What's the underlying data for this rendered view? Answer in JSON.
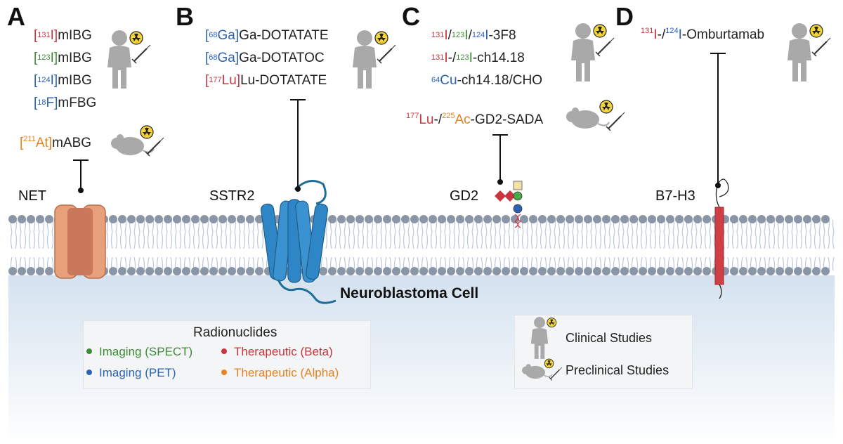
{
  "panels": {
    "A": {
      "letter": "A",
      "target": "NET",
      "agents": [
        {
          "pre": "[",
          "iso": "131",
          "el": "I",
          "post": "]",
          "rest": "mIBG",
          "cls": "beta"
        },
        {
          "pre": "[",
          "iso": "123",
          "el": "I",
          "post": "]",
          "rest": "mIBG",
          "cls": "spect"
        },
        {
          "pre": "[",
          "iso": "124",
          "el": "I",
          "post": "]",
          "rest": "mIBG",
          "cls": "pet"
        },
        {
          "pre": "[",
          "iso": "18",
          "el": "F",
          "post": "]",
          "rest": "mFBG",
          "cls": "pet"
        }
      ],
      "preclinical": {
        "pre": "[",
        "iso": "211",
        "el": "At",
        "post": "]",
        "rest": "mABG",
        "cls": "alpha"
      }
    },
    "B": {
      "letter": "B",
      "target": "SSTR2",
      "agents": [
        {
          "pre": "[",
          "iso": "68",
          "el": "Ga",
          "post": "]",
          "rest": "Ga-DOTATATE",
          "cls": "pet"
        },
        {
          "pre": "[",
          "iso": "68",
          "el": "Ga",
          "post": "]",
          "rest": "Ga-DOTATOC",
          "cls": "pet"
        },
        {
          "pre": "[",
          "iso": "177",
          "el": "Lu",
          "post": "]",
          "rest": "Lu-DOTATATE",
          "cls": "beta"
        }
      ]
    },
    "C": {
      "letter": "C",
      "target": "GD2",
      "line1": {
        "iso1": "131",
        "el1": "I",
        "iso2": "123",
        "el2": "I",
        "iso3": "124",
        "el3": "I",
        "rest": "-3F8"
      },
      "line2": {
        "iso1": "131",
        "el1": "I",
        "iso2": "123",
        "el2": "I",
        "rest": "-ch14.18"
      },
      "line3": {
        "iso1": "64",
        "el1": "Cu",
        "rest": "-ch14.18/CHO"
      },
      "preclinical": {
        "iso1": "177",
        "el1": "Lu",
        "iso2": "225",
        "el2": "Ac",
        "rest": "-GD2-SADA"
      }
    },
    "D": {
      "letter": "D",
      "target": "B7-H3",
      "agent": {
        "iso1": "131",
        "el1": "I",
        "iso2": "124",
        "el2": "I",
        "rest": "-Omburtamab"
      }
    }
  },
  "cell_label": "Neuroblastoma Cell",
  "legend": {
    "title": "Radionuclides",
    "items": [
      {
        "label": "Imaging (SPECT)",
        "color": "#3d8b37"
      },
      {
        "label": "Therapeutic (Beta)",
        "color": "#c8353e"
      },
      {
        "label": "Imaging (PET)",
        "color": "#2a63b3"
      },
      {
        "label": "Therapeutic (Alpha)",
        "color": "#e8821e"
      }
    ]
  },
  "key": {
    "clinical": "Clinical Studies",
    "preclinical": "Preclinical Studies"
  },
  "colors": {
    "spect": "#3d8b37",
    "pet": "#2a63b3",
    "beta": "#c8353e",
    "alpha": "#e8821e",
    "membrane_head": "#8a96a8",
    "transporter": "#e7a07b",
    "receptor": "#2f86c6",
    "b7h3": "#cf3f45"
  }
}
